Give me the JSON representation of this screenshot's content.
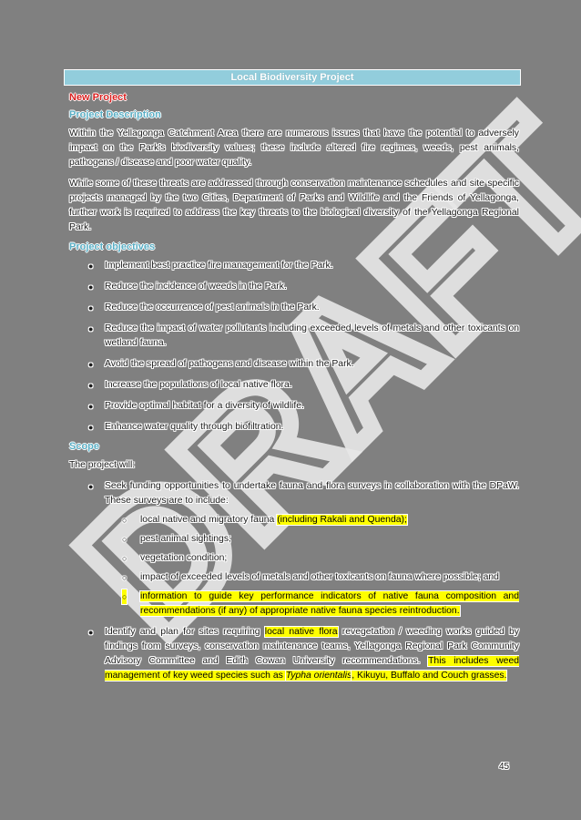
{
  "document": {
    "title": "Local Biodiversity Project",
    "status_heading": "New Project",
    "watermark": "DRAFT",
    "page_number": "45",
    "colors": {
      "background": "#808080",
      "title_bar": "#92cddc",
      "status_heading": "#d91f1f",
      "section_heading": "#5aaec4",
      "highlight": "#ffff00"
    }
  },
  "description": {
    "heading": "Project Description",
    "paragraphs": [
      "Within the Yellagonga Catchment Area there are numerous issues that have the potential to adversely impact on the Park's biodiversity values; these include altered fire regimes, weeds, pest animals, pathogens / disease and poor water quality.",
      "While some of these threats are addressed through conservation maintenance schedules and site specific projects managed by the two Cities, Department of Parks and Wildlife and the Friends of Yellagonga, further work is required to address the key threats to the biological diversity of the Yellagonga Regional Park."
    ]
  },
  "objectives": {
    "heading": "Project objectives",
    "items": [
      "Implement best practice fire management for the Park.",
      "Reduce the incidence of weeds in the Park.",
      "Reduce the occurrence of pest animals in the Park.",
      "Reduce the impact of water pollutants including exceeded levels of metals and other toxicants on wetland fauna.",
      "Avoid the spread of pathogens and disease within the Park.",
      "Increase the populations of local native flora.",
      "Provide optimal habitat for a diversity of wildlife.",
      "Enhance water quality through biofiltration."
    ]
  },
  "scope": {
    "heading": "Scope",
    "intro": "The project will:",
    "item1": {
      "text": "Seek funding opportunities to undertake fauna and flora surveys in collaboration with the DPaW. These surveys are to include:",
      "sub": {
        "s1_text": "local native and migratory fauna ",
        "s1_highlight": "(including Rakali and Quenda);",
        "s2": "pest animal sightings;",
        "s3": "vegetation condition;",
        "s4": "impact of exceeded levels of metals and other toxicants on fauna where possible; and",
        "s5_highlight": "information to guide key performance indicators of native fauna composition and recommendations (if any) of appropriate native fauna species reintroduction."
      }
    },
    "item2": {
      "pre": "Identify and plan for sites requiring ",
      "highlight1": "local native flora",
      "mid": " revegetation / weeding works guided by findings from surveys, conservation maintenance teams, Yellagonga Regional Park Community Advisory Committee and Edith Cowan University recommendations. ",
      "highlight2": "This includes weed management of key weed species such as ",
      "highlight2_italic": "Typha orientalis",
      "highlight2_end": ", Kikuyu, Buffalo and Couch grasses."
    },
    "bullet_glyph": "●",
    "sub_bullet_glyph": "○"
  }
}
